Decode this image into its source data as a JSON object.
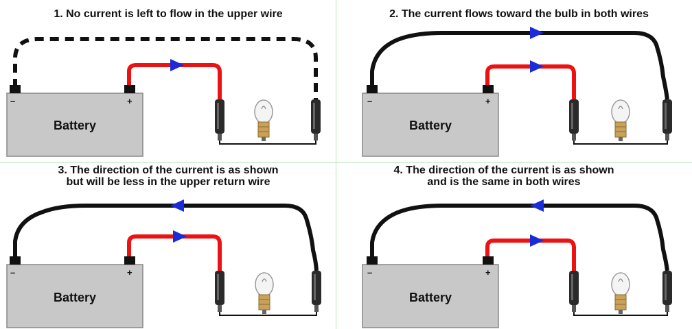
{
  "panels": [
    {
      "caption": "1. No current is left to flow in the upper wire",
      "battery_label": "Battery",
      "minus": "–",
      "plus": "+"
    },
    {
      "caption": "2. The current flows toward the bulb in both wires",
      "battery_label": "Battery",
      "minus": "–",
      "plus": "+"
    },
    {
      "caption": "3. The direction of the current is as shown\nbut will be less in the upper return wire",
      "battery_label": "Battery",
      "minus": "–",
      "plus": "+"
    },
    {
      "caption": "4. The direction of the current is as shown\nand is the same in both wires",
      "battery_label": "Battery",
      "minus": "–",
      "plus": "+"
    }
  ],
  "colors": {
    "positive_wire": "#ee1111",
    "return_wire": "#111111",
    "arrow": "#1a2bd8",
    "battery_fill": "#c8c8c8",
    "divider": "#b8e6b8"
  }
}
